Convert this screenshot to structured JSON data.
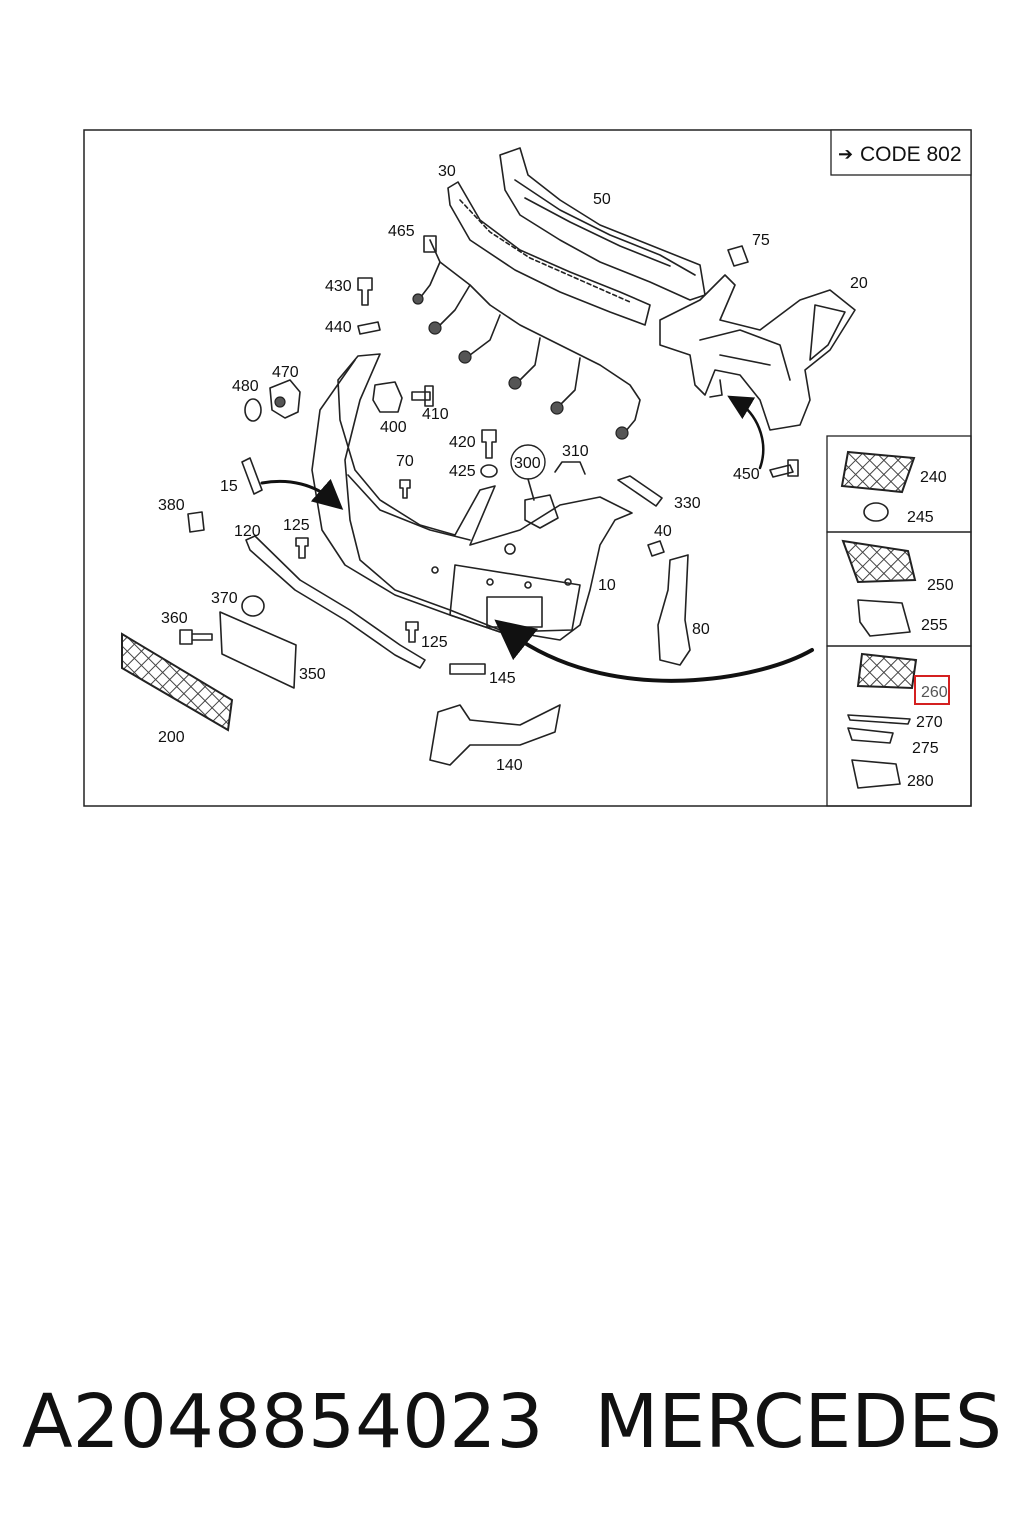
{
  "code_box": {
    "arrow": "➔",
    "text": "CODE 802"
  },
  "labels": {
    "p10": "10",
    "p15": "15",
    "p20": "20",
    "p30": "30",
    "p40": "40",
    "p50": "50",
    "p70": "70",
    "p75": "75",
    "p80": "80",
    "p120": "120",
    "p125a": "125",
    "p125b": "125",
    "p140": "140",
    "p145": "145",
    "p200": "200",
    "p240": "240",
    "p245": "245",
    "p250": "250",
    "p255": "255",
    "p260": "260",
    "p270": "270",
    "p275": "275",
    "p280": "280",
    "p300": "300",
    "p310": "310",
    "p330": "330",
    "p350": "350",
    "p360": "360",
    "p370": "370",
    "p380": "380",
    "p400": "400",
    "p410": "410",
    "p420": "420",
    "p425": "425",
    "p430": "430",
    "p440": "440",
    "p450": "450",
    "p465": "465",
    "p470": "470",
    "p480": "480"
  },
  "highlighted_part": "260",
  "highlight_color": "#d42020",
  "footer": {
    "part_number": "A2048854023",
    "brand": "MERCEDES"
  }
}
